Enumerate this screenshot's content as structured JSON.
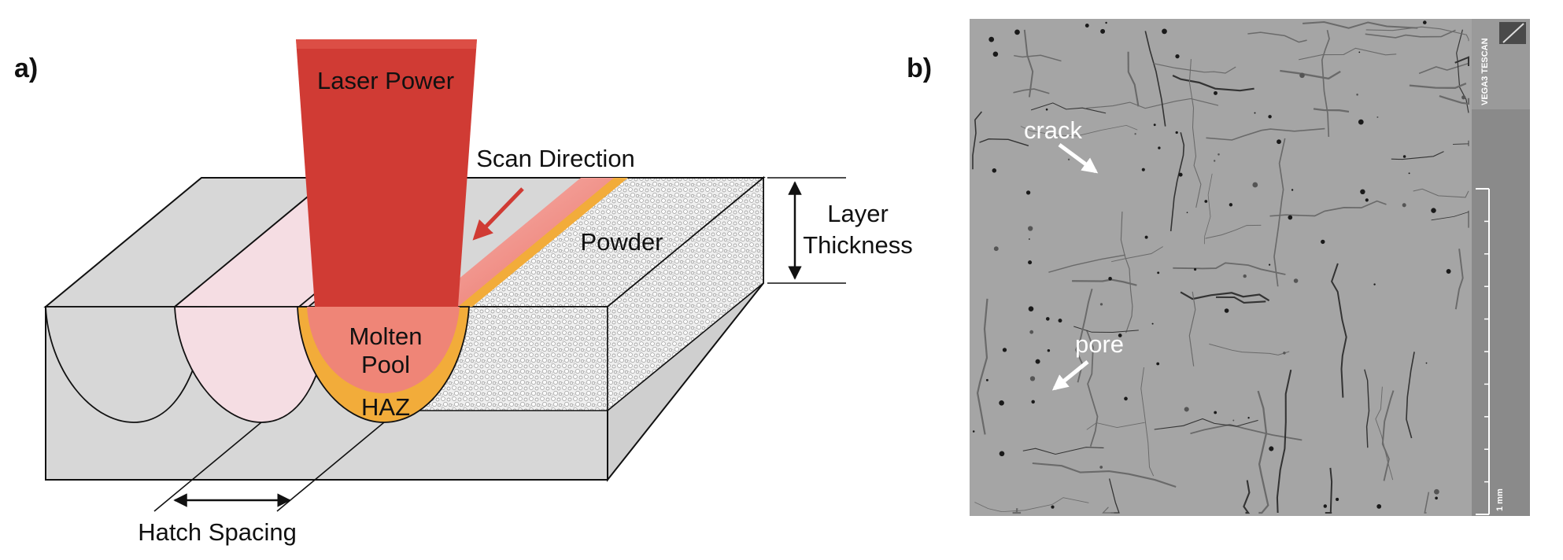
{
  "panel_a": {
    "letter": "a)",
    "laser_power": "Laser Power",
    "scan_direction": "Scan Direction",
    "powder": "Powder",
    "layer": "Layer",
    "thickness": "Thickness",
    "molten": "Molten",
    "pool": "Pool",
    "haz": "HAZ",
    "hatch_spacing": "Hatch Spacing"
  },
  "panel_b": {
    "letter": "b)",
    "crack": "crack",
    "pore": "pore",
    "instrument": "VEGA3 TESCAN",
    "scale": "1 mm"
  },
  "colors": {
    "laser": "#d03b34",
    "pool": "#ef8577",
    "haz": "#f2ac3a",
    "block": "#d7d7d7",
    "track_pink": "#f5dde3",
    "sem_bg": "#a5a5a5"
  }
}
